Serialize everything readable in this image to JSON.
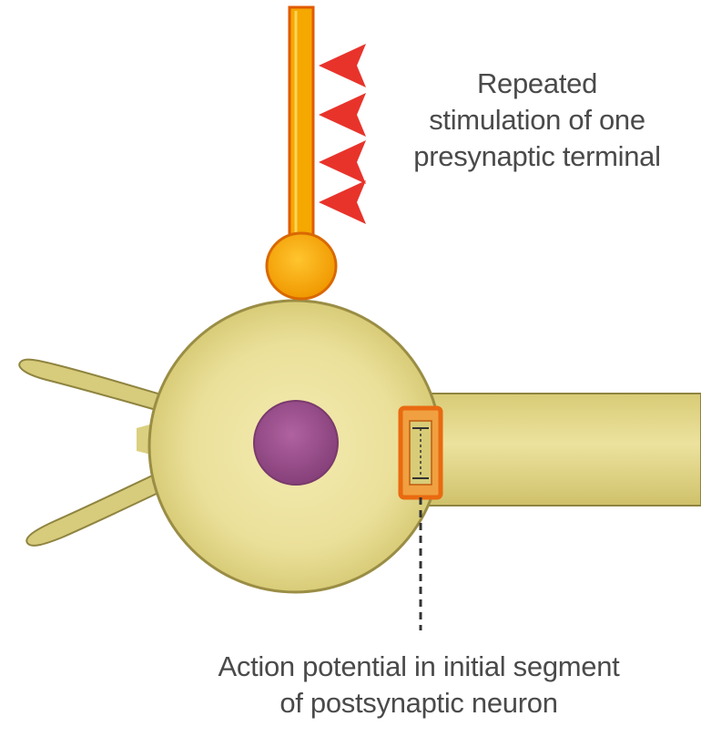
{
  "labels": {
    "stimulation": {
      "line1": "Repeated",
      "line2": "stimulation of one",
      "line3": "presynaptic terminal"
    },
    "action_potential": {
      "line1": "Action potential in initial segment",
      "line2": "of postsynaptic neuron"
    }
  },
  "colors": {
    "axon_orange": "#f5a800",
    "axon_edge": "#e05a00",
    "cell_body": "#e9df94",
    "cell_edge": "#8f8440",
    "nucleus": "#9b4f86",
    "stimulus_red": "#e8332b",
    "initial_segment": "#e96a10",
    "text": "#4a4a4a"
  },
  "stimulus_count": 4
}
